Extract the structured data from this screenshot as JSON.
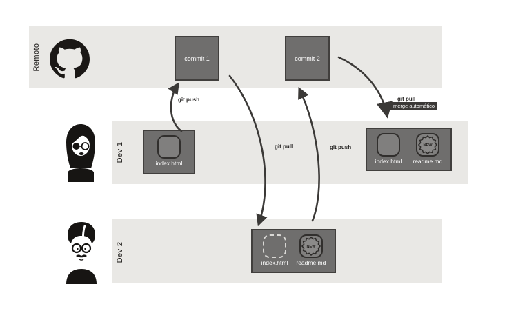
{
  "title": "Git remote/developer workflow diagram",
  "colors": {
    "page_bg": "#ffffff",
    "lane_bg": "#e9e8e5",
    "node_fill": "#6f6e6d",
    "node_border": "#413f3d",
    "file_icon_fill": "#807f7e",
    "file_icon_border": "#312f2d",
    "ghost_dash": "#d9d8d5",
    "arrow": "#3b3937",
    "chip_bg": "#3b3937",
    "chip_text": "#ffffff",
    "node_text": "#ffffff",
    "label_text": "#232120",
    "ink": "#1b1816"
  },
  "icons": {
    "remote_logo": "github-octocat-logo",
    "dev1_avatar": "woman-developer-avatar",
    "dev2_avatar": "man-developer-avatar",
    "file_icon": "rounded-file-icon",
    "ghost_file_icon": "dashed-placeholder-file-icon",
    "new_badge": "starburst-new-seal"
  },
  "lanes": [
    {
      "label": "Remoto",
      "icon": "github-octocat-logo"
    },
    {
      "label": "Dev 1",
      "icon": "woman-developer-avatar"
    },
    {
      "label": "Dev 2",
      "icon": "man-developer-avatar"
    }
  ],
  "commits": [
    {
      "label": "commit 1"
    },
    {
      "label": "commit 2"
    }
  ],
  "repos": {
    "dev1_working": {
      "files": [
        {
          "name": "index.html",
          "state": "solid"
        }
      ]
    },
    "dev1_merged": {
      "files": [
        {
          "name": "index.html",
          "state": "solid"
        },
        {
          "name": "readme.md",
          "state": "new",
          "badge": "NEW"
        }
      ]
    },
    "dev2_working": {
      "files": [
        {
          "name": "index.html",
          "state": "ghost"
        },
        {
          "name": "readme.md",
          "state": "new",
          "badge": "NEW"
        }
      ]
    }
  },
  "arrows": [
    {
      "label": "git push",
      "from": "dev1-working-repo",
      "to": "commit-1"
    },
    {
      "label": "git pull",
      "from": "commit-1",
      "to": "dev2-working-repo"
    },
    {
      "label": "git push",
      "from": "dev2-working-repo",
      "to": "commit-2"
    },
    {
      "label": "git pull",
      "sublabel": "merge automático",
      "from": "commit-2",
      "to": "dev1-merged-repo"
    }
  ]
}
